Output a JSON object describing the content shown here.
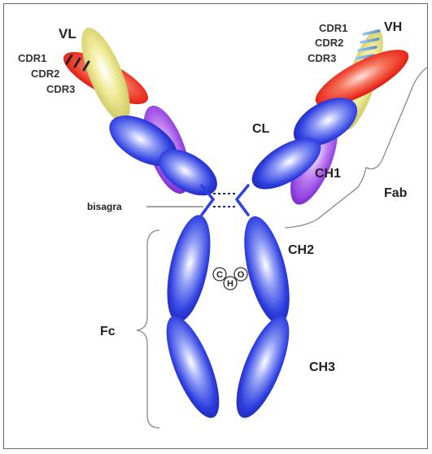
{
  "labels": {
    "vl": "VL",
    "vh": "VH",
    "cdr1_left": "CDR1",
    "cdr2_left": "CDR2",
    "cdr3_left": "CDR3",
    "cdr1_right": "CDR1",
    "cdr2_right": "CDR2",
    "cdr3_right": "CDR3",
    "cl": "CL",
    "ch1": "CH1",
    "fab": "Fab",
    "bisagra": "bisagra",
    "ch2": "CH2",
    "fc": "Fc",
    "ch3": "CH3",
    "carb_c": "C",
    "carb_h": "H",
    "carb_o": "O"
  },
  "colors": {
    "heavy_blue": "#2f3fe0",
    "light_purple": "#a24ee6",
    "variable_yellow": "#e8e27a",
    "variable_red": "#ee3a2c"
  }
}
